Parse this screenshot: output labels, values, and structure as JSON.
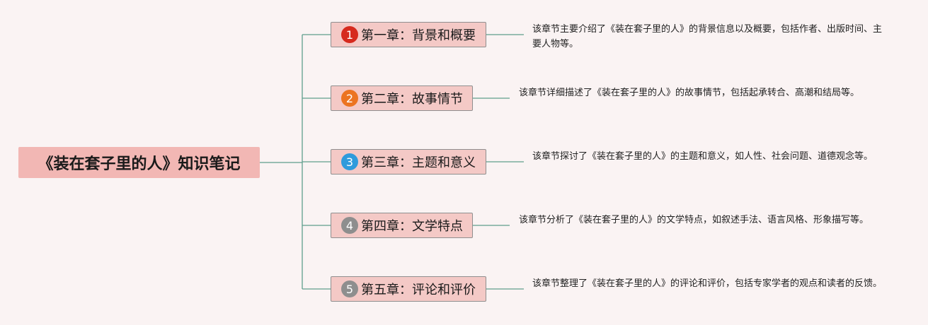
{
  "root": {
    "title": "《装在套子里的人》知识笔记"
  },
  "chapters": [
    {
      "number": "1",
      "title": "第一章：背景和概要",
      "badge_color": "#d62a1e",
      "description": "该章节主要介绍了《装在套子里的人》的背景信息以及概要，包括作者、出版时间、主要人物等。"
    },
    {
      "number": "2",
      "title": "第二章：故事情节",
      "badge_color": "#ec7421",
      "description": "该章节详细描述了《装在套子里的人》的故事情节，包括起承转合、高潮和结局等。"
    },
    {
      "number": "3",
      "title": "第三章：主题和意义",
      "badge_color": "#2f9bdc",
      "description": "该章节探讨了《装在套子里的人》的主题和意义，如人性、社会问题、道德观念等。"
    },
    {
      "number": "4",
      "title": "第四章：文学特点",
      "badge_color": "#8e8e8e",
      "description": "该章节分析了《装在套子里的人》的文学特点，如叙述手法、语言风格、形象描写等。"
    },
    {
      "number": "5",
      "title": "第五章：评论和评价",
      "badge_color": "#8e8e8e",
      "description": "该章节整理了《装在套子里的人》的评论和评价，包括专家学者的观点和读者的反馈。"
    }
  ],
  "colors": {
    "connector": "#5f9e8c",
    "background": "#faf3f3",
    "root_fill": "#f2b7b4",
    "node_fill": "#f4c9c6"
  }
}
